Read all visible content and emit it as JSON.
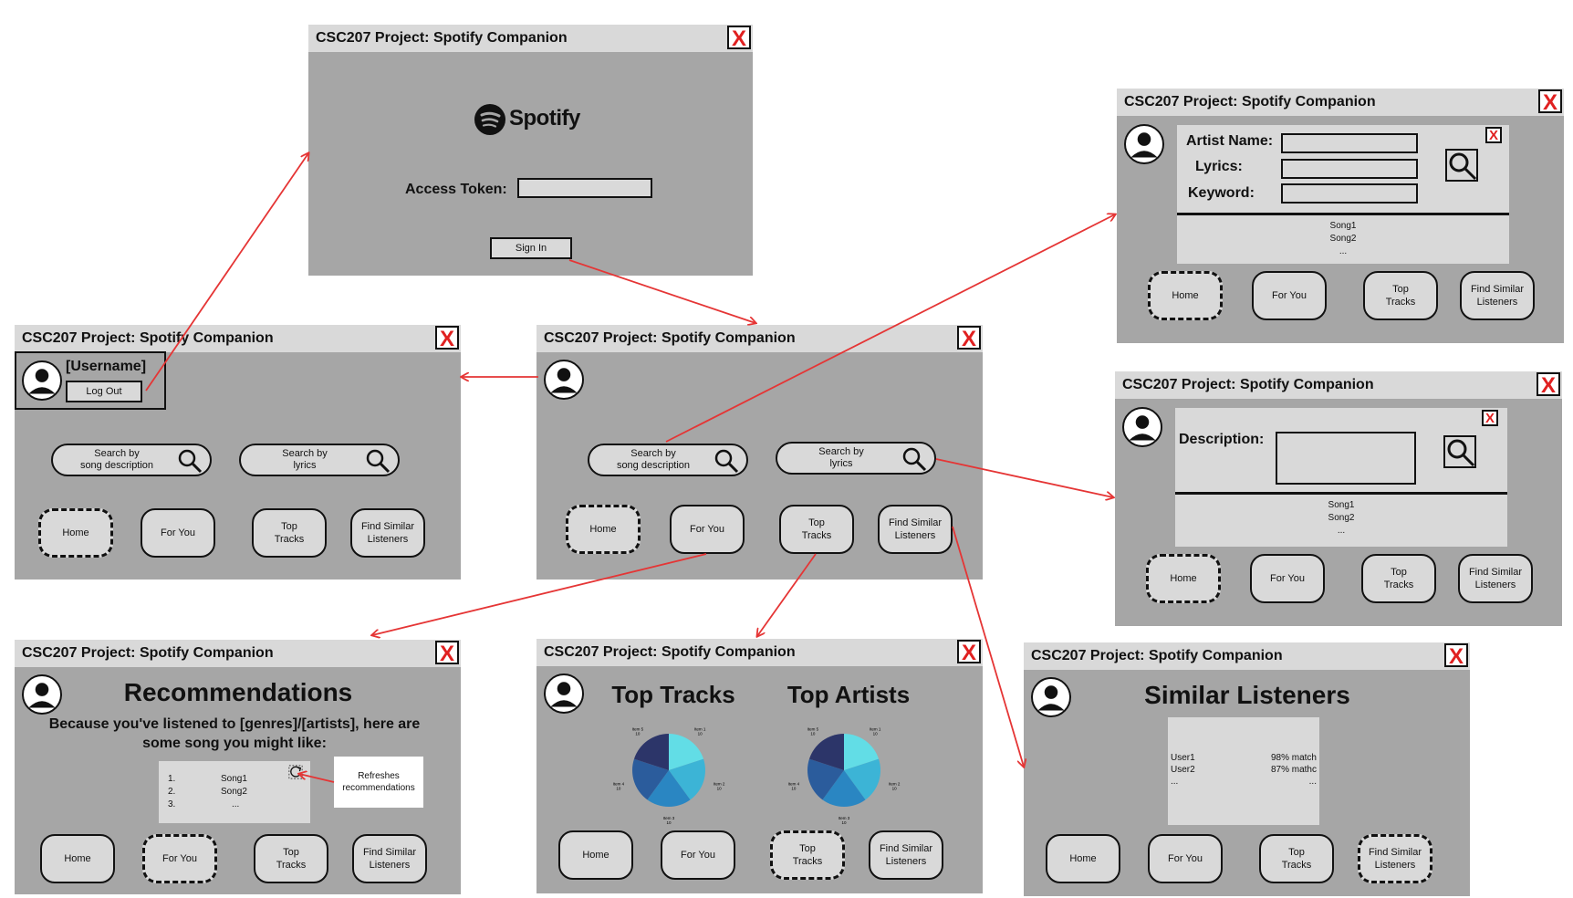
{
  "app_title": "CSC207 Project: Spotify Companion",
  "close_label": "X",
  "spotify_brand": "Spotify",
  "login": {
    "token_label": "Access Token:",
    "sign_in": "Sign In"
  },
  "profile": {
    "username": "[Username]",
    "logout": "Log Out"
  },
  "search": {
    "by_description": "Search by\nsong description",
    "by_lyrics": "Search by\nlyrics"
  },
  "nav": {
    "home": "Home",
    "for_you": "For You",
    "top_tracks": "Top\nTracks",
    "find_similar": "Find Similar\nListeners"
  },
  "lyrics_search": {
    "artist_label": "Artist Name:",
    "lyrics_label": "Lyrics:",
    "keyword_label": "Keyword:",
    "results": "Song1\nSong2\n..."
  },
  "description_search": {
    "description_label": "Description:",
    "results": "Song1\nSong2\n..."
  },
  "recommendations": {
    "title": "Recommendations",
    "subtitle": "Because you've listened to [genres]/[artists], here are some song you might like:",
    "items": [
      {
        "num": "1.",
        "song": "Song1"
      },
      {
        "num": "2.",
        "song": "Song2"
      },
      {
        "num": "3.",
        "song": "..."
      }
    ],
    "refresh_note": "Refreshes\nrecommendations"
  },
  "stats": {
    "top_tracks_title": "Top Tracks",
    "top_artists_title": "Top Artists",
    "pie_labels": [
      "Item 1\n10",
      "Item 2\n10",
      "Item 3\n10",
      "Item 4\n10",
      "Item 5\n10"
    ]
  },
  "similar": {
    "title": "Similar Listeners",
    "users": "User1\nUser2\n...",
    "matches": "98% match\n87% mathc\n..."
  },
  "chart_data": [
    {
      "type": "pie",
      "categories": [
        "Item 1",
        "Item 2",
        "Item 3",
        "Item 4",
        "Item 5"
      ],
      "values": [
        10,
        10,
        10,
        10,
        10
      ],
      "colors": [
        "#62dde6",
        "#3cb4d6",
        "#2a86c2",
        "#2b5c9c",
        "#2c3569"
      ]
    },
    {
      "type": "pie",
      "categories": [
        "Item 1",
        "Item 2",
        "Item 3",
        "Item 4",
        "Item 5"
      ],
      "values": [
        10,
        10,
        10,
        10,
        10
      ],
      "colors": [
        "#62dde6",
        "#3cb4d6",
        "#2a86c2",
        "#2b5c9c",
        "#2c3569"
      ]
    }
  ],
  "colors": {
    "window": "#a6a6a6",
    "titlebar": "#d9d9d9",
    "arrow": "#e53535",
    "close_x": "#e02020"
  }
}
